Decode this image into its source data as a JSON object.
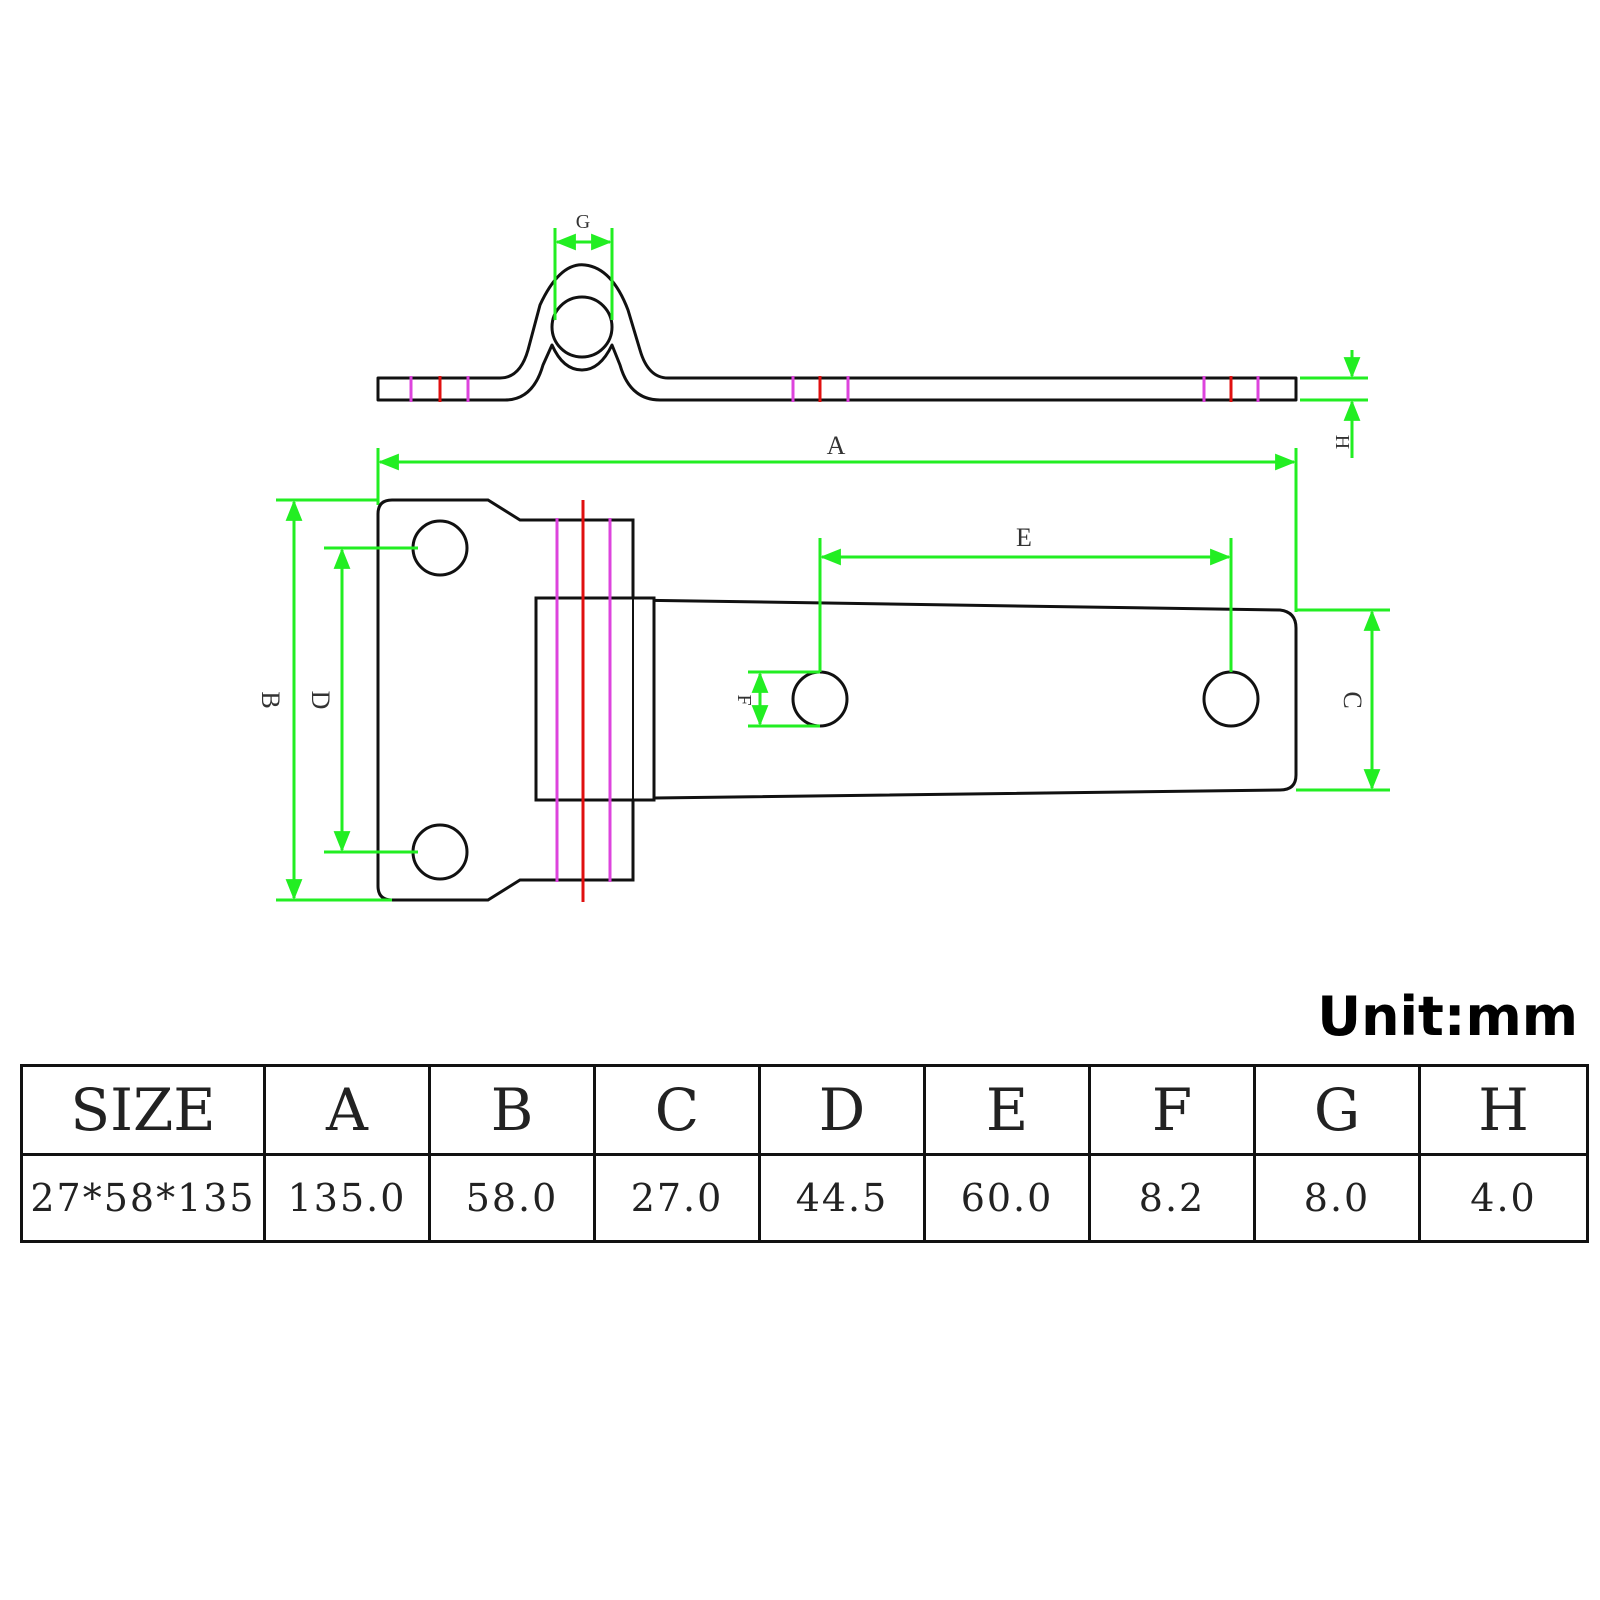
{
  "drawing": {
    "labels": {
      "A": "A",
      "B": "B",
      "C": "C",
      "D": "D",
      "E": "E",
      "F": "F",
      "G": "G",
      "H": "H"
    },
    "colors": {
      "outline": "#111111",
      "dimension": "#22ee22",
      "center_line": "#e01010",
      "guide_line": "#dd44dd"
    }
  },
  "unit": "Unit:mm",
  "table": {
    "headers": [
      "SIZE",
      "A",
      "B",
      "C",
      "D",
      "E",
      "F",
      "G",
      "H"
    ],
    "values": [
      "27*58*135",
      "135.0",
      "58.0",
      "27.0",
      "44.5",
      "60.0",
      "8.2",
      "8.0",
      "4.0"
    ]
  }
}
